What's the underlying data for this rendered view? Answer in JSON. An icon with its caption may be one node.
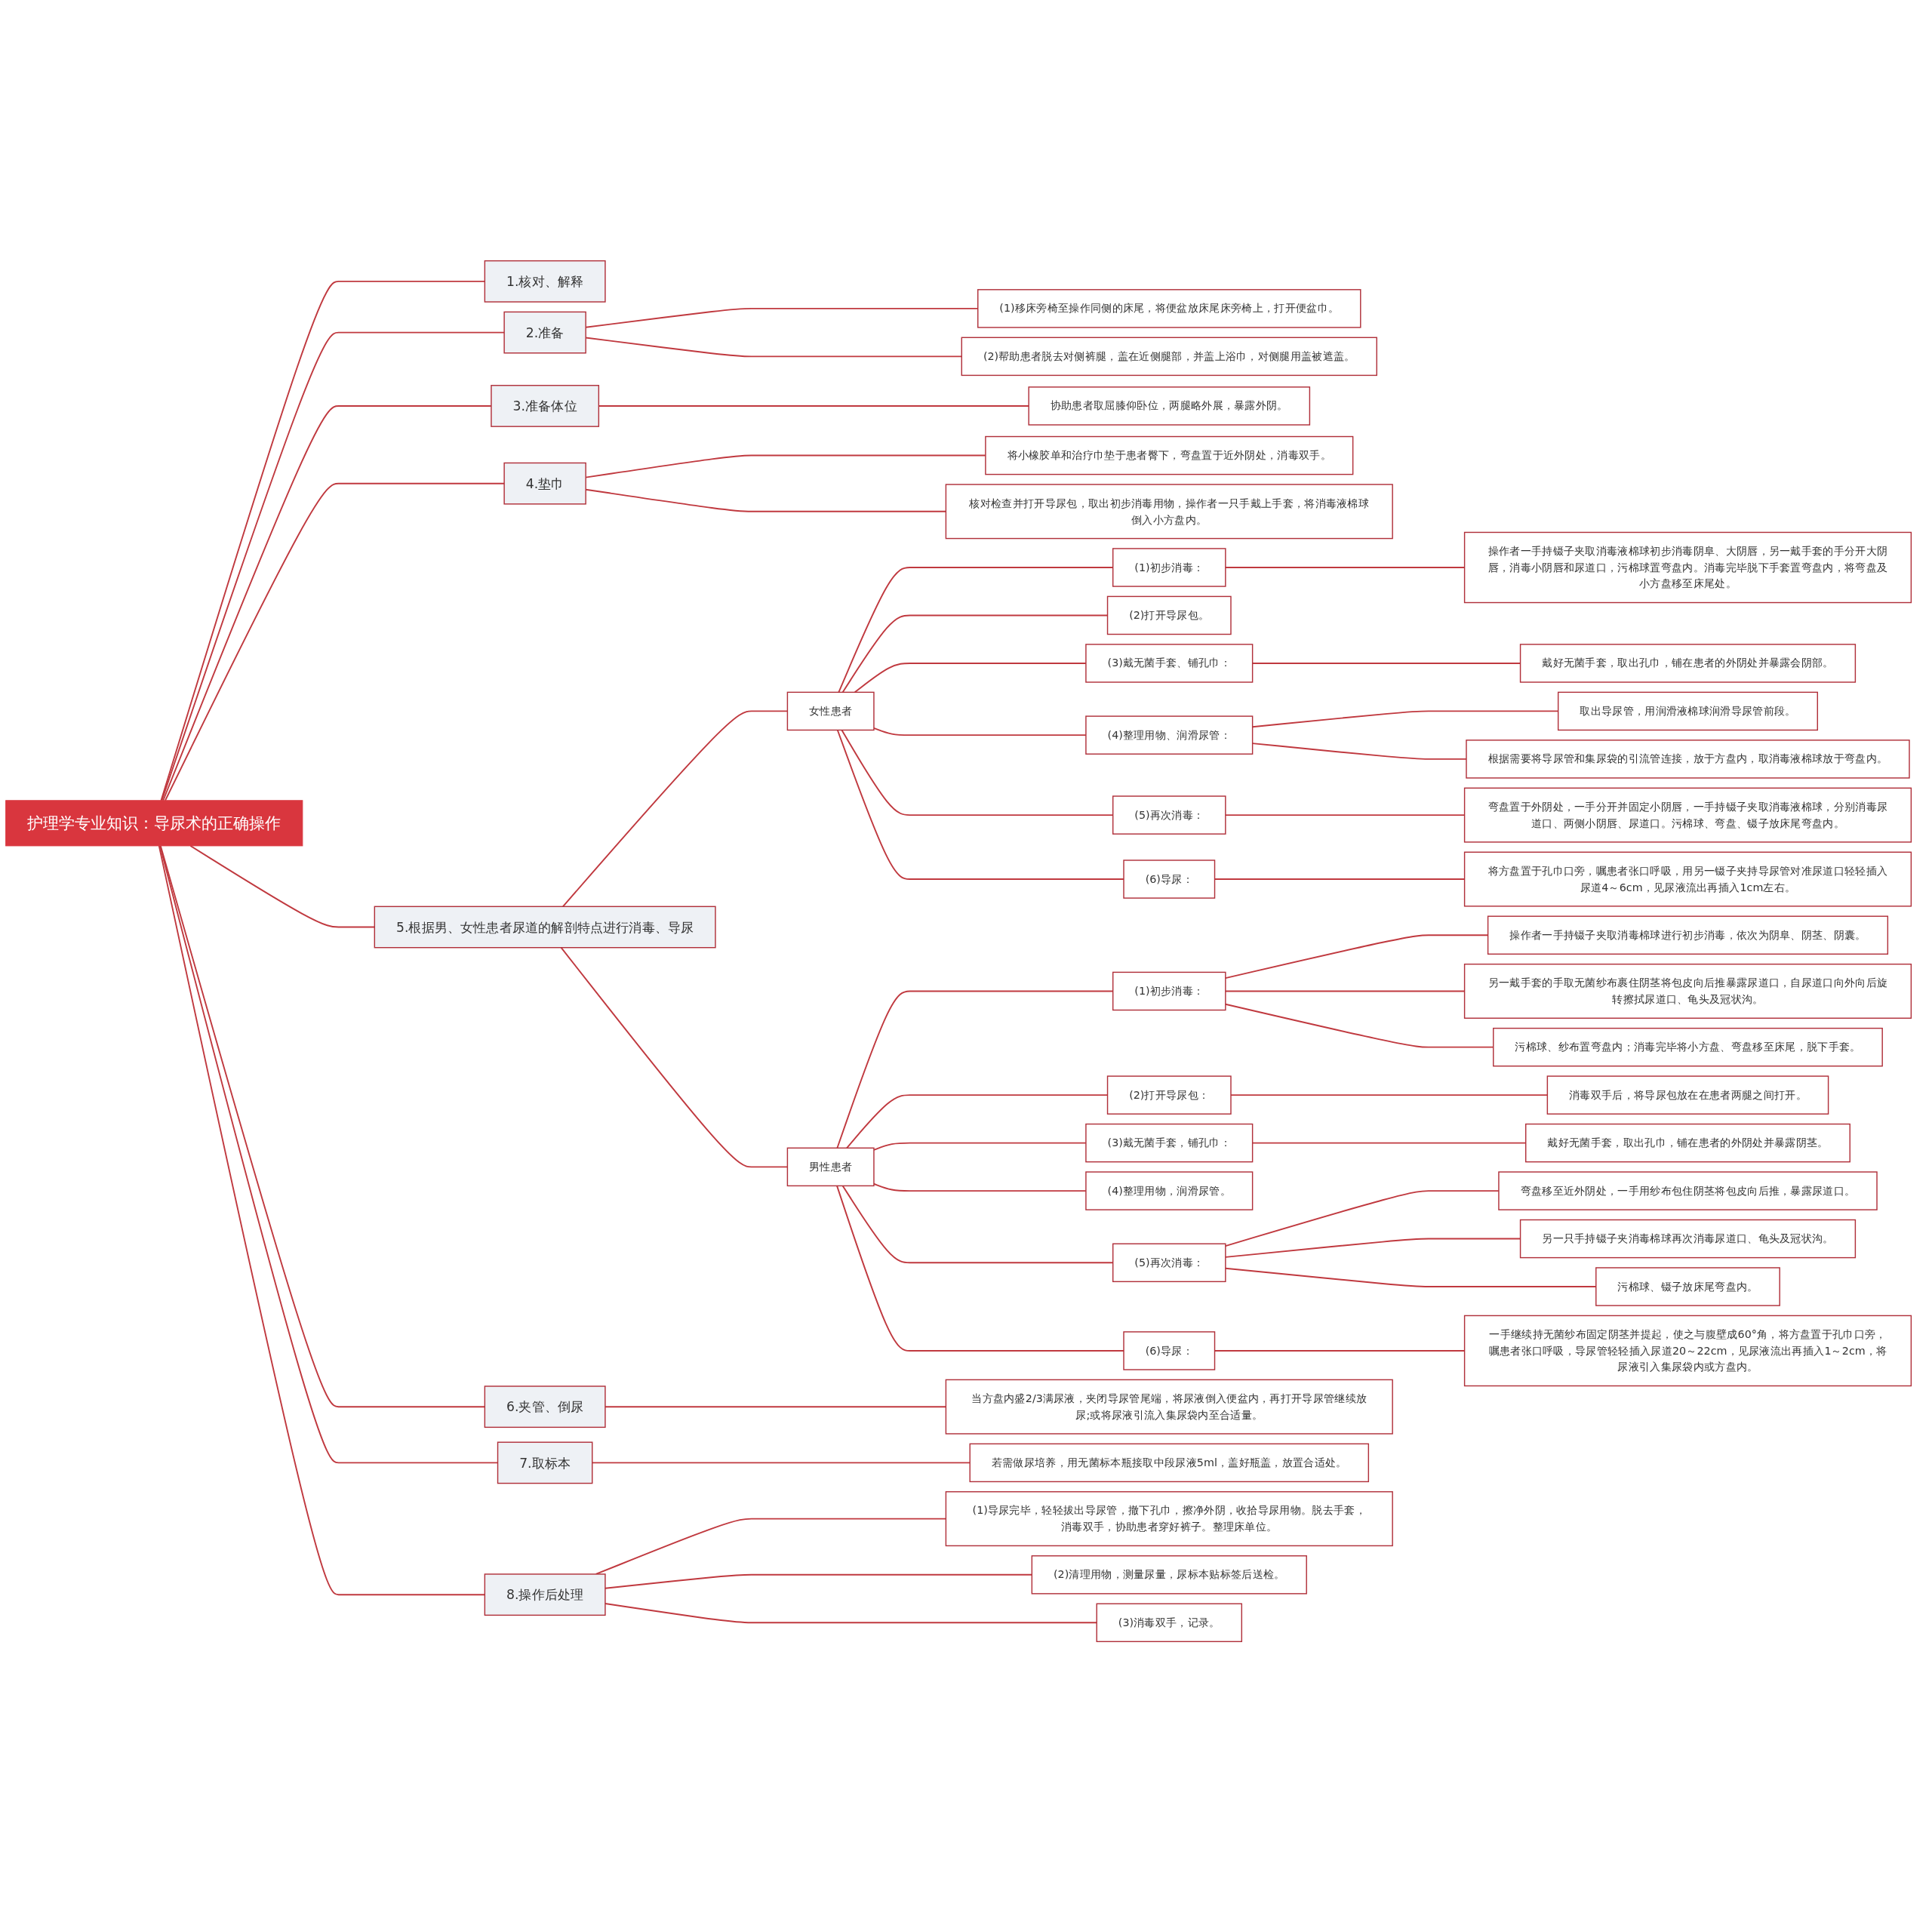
{
  "diagram": {
    "nodes": [
      {
        "text": [
          "护理学专业知识：导尿术的正确操作"
        ]
      },
      {
        "text": [
          "1.核对、解释"
        ]
      },
      {
        "text": [
          "2.准备"
        ]
      },
      {
        "text": [
          "(1)移床旁椅至操作同侧的床尾，将便盆放床尾床旁椅上，打开便盆巾。"
        ]
      },
      {
        "text": [
          "(2)帮助患者脱去对侧裤腿，盖在近侧腿部，并盖上浴巾，对侧腿用盖被遮盖。"
        ]
      },
      {
        "text": [
          "3.准备体位"
        ]
      },
      {
        "text": [
          "协助患者取屈膝仰卧位，两腿略外展，暴露外阴。"
        ]
      },
      {
        "text": [
          "4.垫巾"
        ]
      },
      {
        "text": [
          "将小橡胶单和治疗巾垫于患者臀下，弯盘置于近外阴处，消毒双手。"
        ]
      },
      {
        "text": [
          "核对检查并打开导尿包，取出初步消毒用物，操作者一只手戴上手套，将消毒液棉球倒入小方盘内。"
        ]
      },
      {
        "text": [
          "5.根据男、女性患者尿道的解剖特点进行消毒、导尿"
        ]
      },
      {
        "text": [
          "女性患者"
        ]
      },
      {
        "text": [
          "(1)初步消毒："
        ]
      },
      {
        "text": [
          "操作者一手持镊子夹取消毒液棉球初步消毒阴阜、大阴唇，另一戴手套的手分开大阴唇，消毒小阴唇和尿道口，污棉球置弯盘内。消毒完毕脱下手套置弯盘内，将弯盘及小方盘移至床尾处。"
        ]
      },
      {
        "text": [
          "(2)打开导尿包。"
        ]
      },
      {
        "text": [
          "(3)戴无菌手套、铺孔巾："
        ]
      },
      {
        "text": [
          "戴好无菌手套，取出孔巾，铺在患者的外阴处并暴露会阴部。"
        ]
      },
      {
        "text": [
          "(4)整理用物、润滑尿管："
        ]
      },
      {
        "text": [
          "取出导尿管，用润滑液棉球润滑导尿管前段。"
        ]
      },
      {
        "text": [
          "根据需要将导尿管和集尿袋的引流管连接，放于方盘内，取消毒液棉球放于弯盘内。"
        ]
      },
      {
        "text": [
          "(5)再次消毒："
        ]
      },
      {
        "text": [
          "弯盘置于外阴处，一手分开并固定小阴唇，一手持镊子夹取消毒液棉球，分别消毒尿道口、两侧小阴唇、尿道口。污棉球、弯盘、镊子放床尾弯盘内。"
        ]
      },
      {
        "text": [
          "(6)导尿："
        ]
      },
      {
        "text": [
          "将方盘置于孔巾口旁，嘱患者张口呼吸，用另一镊子夹持导尿管对准尿道口轻轻插入尿道4～6cm，见尿液流出再插入1cm左右。"
        ]
      },
      {
        "text": [
          "男性患者"
        ]
      },
      {
        "text": [
          "(1)初步消毒："
        ]
      },
      {
        "text": [
          "操作者一手持镊子夹取消毒棉球进行初步消毒，依次为阴阜、阴茎、阴囊。"
        ]
      },
      {
        "text": [
          "另一戴手套的手取无菌纱布裹住阴茎将包皮向后推暴露尿道口，自尿道口向外向后旋转擦拭尿道口、龟头及冠状沟。"
        ]
      },
      {
        "text": [
          "污棉球、纱布置弯盘内；消毒完毕将小方盘、弯盘移至床尾，脱下手套。"
        ]
      },
      {
        "text": [
          "(2)打开导尿包："
        ]
      },
      {
        "text": [
          "消毒双手后，将导尿包放在在患者两腿之间打开。"
        ]
      },
      {
        "text": [
          "(3)戴无菌手套，铺孔巾："
        ]
      },
      {
        "text": [
          "戴好无菌手套，取出孔巾，铺在患者的外阴处并暴露阴茎。"
        ]
      },
      {
        "text": [
          "(4)整理用物，润滑尿管。"
        ]
      },
      {
        "text": [
          "(5)再次消毒："
        ]
      },
      {
        "text": [
          "弯盘移至近外阴处，一手用纱布包住阴茎将包皮向后推，暴露尿道口。"
        ]
      },
      {
        "text": [
          "另一只手持镊子夹消毒棉球再次消毒尿道口、龟头及冠状沟。"
        ]
      },
      {
        "text": [
          "污棉球、镊子放床尾弯盘内。"
        ]
      },
      {
        "text": [
          "(6)导尿："
        ]
      },
      {
        "text": [
          "一手继续持无菌纱布固定阴茎并提起，使之与腹壁成60°角，将方盘置于孔巾口旁，嘱患者张口呼吸，导尿管轻轻插入尿道20～22cm，见尿液流出再插入1～2cm，将尿液引入集尿袋内或方盘内。"
        ]
      },
      {
        "text": [
          "6.夹管、倒尿"
        ]
      },
      {
        "text": [
          "当方盘内盛2/3满尿液，夹闭导尿管尾端，将尿液倒入便盆内，再打开导尿管继续放尿;或将尿液引流入集尿袋内至合适量。"
        ]
      },
      {
        "text": [
          "7.取标本"
        ]
      },
      {
        "text": [
          "若需做尿培养，用无菌标本瓶接取中段尿液5ml，盖好瓶盖，放置合适处。"
        ]
      },
      {
        "text": [
          "8.操作后处理"
        ]
      },
      {
        "text": [
          "(1)导尿完毕，轻轻拔出导尿管，撤下孔巾，擦净外阴，收拾导尿用物。脱去手套，消毒双手，协助患者穿好裤子。整理床单位。"
        ]
      },
      {
        "text": [
          "(2)清理用物，测量尿量，尿标本贴标签后送检。"
        ]
      },
      {
        "text": [
          "(3)消毒双手，记录。"
        ]
      }
    ],
    "edges": [
      {
        "from": 0,
        "to": 1,
        "arrow": "none"
      },
      {
        "from": 0,
        "to": 2,
        "arrow": "none"
      },
      {
        "from": 2,
        "to": 3,
        "arrow": "none"
      },
      {
        "from": 2,
        "to": 4,
        "arrow": "none"
      },
      {
        "from": 0,
        "to": 5,
        "arrow": "none"
      },
      {
        "from": 5,
        "to": 6,
        "arrow": "none"
      },
      {
        "from": 0,
        "to": 7,
        "arrow": "none"
      },
      {
        "from": 7,
        "to": 8,
        "arrow": "none"
      },
      {
        "from": 7,
        "to": 9,
        "arrow": "none"
      },
      {
        "from": 0,
        "to": 10,
        "arrow": "none"
      },
      {
        "from": 10,
        "to": 11,
        "arrow": "none"
      },
      {
        "from": 11,
        "to": 12,
        "arrow": "none"
      },
      {
        "from": 12,
        "to": 13,
        "arrow": "none"
      },
      {
        "from": 11,
        "to": 14,
        "arrow": "none"
      },
      {
        "from": 11,
        "to": 15,
        "arrow": "none"
      },
      {
        "from": 15,
        "to": 16,
        "arrow": "none"
      },
      {
        "from": 11,
        "to": 17,
        "arrow": "none"
      },
      {
        "from": 17,
        "to": 18,
        "arrow": "none"
      },
      {
        "from": 17,
        "to": 19,
        "arrow": "none"
      },
      {
        "from": 11,
        "to": 20,
        "arrow": "none"
      },
      {
        "from": 20,
        "to": 21,
        "arrow": "none"
      },
      {
        "from": 11,
        "to": 22,
        "arrow": "none"
      },
      {
        "from": 22,
        "to": 23,
        "arrow": "none"
      },
      {
        "from": 10,
        "to": 24,
        "arrow": "none"
      },
      {
        "from": 24,
        "to": 25,
        "arrow": "none"
      },
      {
        "from": 25,
        "to": 26,
        "arrow": "none"
      },
      {
        "from": 25,
        "to": 27,
        "arrow": "none"
      },
      {
        "from": 25,
        "to": 28,
        "arrow": "none"
      },
      {
        "from": 24,
        "to": 29,
        "arrow": "none"
      },
      {
        "from": 29,
        "to": 30,
        "arrow": "none"
      },
      {
        "from": 24,
        "to": 31,
        "arrow": "none"
      },
      {
        "from": 31,
        "to": 32,
        "arrow": "none"
      },
      {
        "from": 24,
        "to": 33,
        "arrow": "none"
      },
      {
        "from": 24,
        "to": 34,
        "arrow": "none"
      },
      {
        "from": 34,
        "to": 35,
        "arrow": "none"
      },
      {
        "from": 34,
        "to": 36,
        "arrow": "none"
      },
      {
        "from": 34,
        "to": 37,
        "arrow": "none"
      },
      {
        "from": 24,
        "to": 38,
        "arrow": "none"
      },
      {
        "from": 38,
        "to": 39,
        "arrow": "none"
      },
      {
        "from": 0,
        "to": 40,
        "arrow": "none"
      },
      {
        "from": 40,
        "to": 41,
        "arrow": "none"
      },
      {
        "from": 0,
        "to": 42,
        "arrow": "none"
      },
      {
        "from": 42,
        "to": 43,
        "arrow": "none"
      },
      {
        "from": 0,
        "to": 44,
        "arrow": "none"
      },
      {
        "from": 44,
        "to": 45,
        "arrow": "none"
      },
      {
        "from": 44,
        "to": 46,
        "arrow": "none"
      },
      {
        "from": 44,
        "to": 47,
        "arrow": "none"
      }
    ]
  }
}
